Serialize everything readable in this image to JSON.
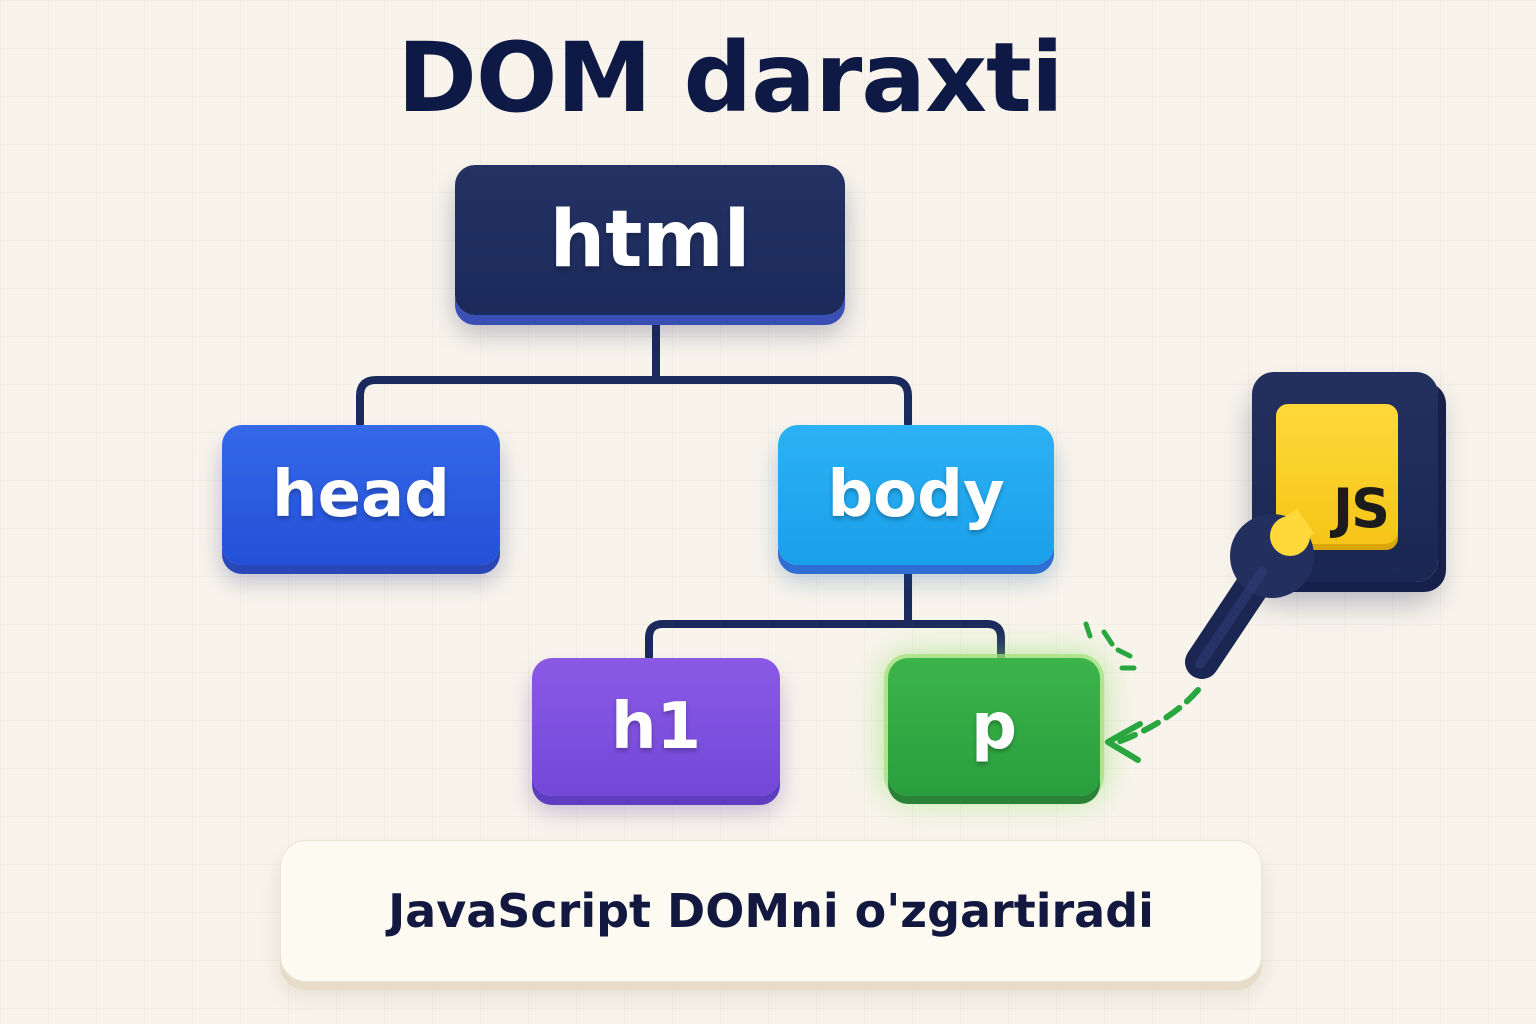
{
  "title": "DOM daraxti",
  "nodes": {
    "html": "html",
    "head": "head",
    "body": "body",
    "h1": "h1",
    "p": "p"
  },
  "js_badge": "JS",
  "caption": "JavaScript DOMni o'zgartiradi",
  "icons": [
    "javascript-logo-icon",
    "wrench-icon",
    "dashed-arrow-icon",
    "sparkle-icon"
  ],
  "colors": {
    "title": "#0e1a45",
    "html_node": "#1b2a5c",
    "head_node": "#2350d8",
    "body_node": "#1aa0ea",
    "h1_node": "#7447d8",
    "p_node": "#2a9e3e",
    "connector": "#1b2a5c",
    "js_yellow": "#f5c518",
    "arrow_green": "#2aa640"
  }
}
